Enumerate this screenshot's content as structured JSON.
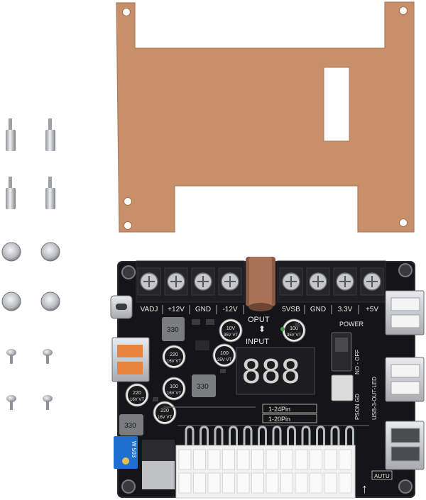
{
  "board": {
    "top_terminals": [
      "VADJ",
      "+12V",
      "GND",
      "-12V",
      "5VSB",
      "GND",
      "3.3V",
      "+5V"
    ],
    "output_label": "OPUT",
    "input_label": "INPUT",
    "display_digits": "888",
    "power_label": "POWER",
    "switch_side_label": "NO - OFF",
    "pson_label": "PSON GD",
    "usb_led_label": "USB-3-OUT-LED",
    "pin_24_label": "1-24Pin",
    "pin_20_label": "1-20Pin",
    "pot_label": "W 503",
    "inductor_codes": [
      "330",
      "330",
      "330"
    ],
    "capacitor_labels": [
      {
        "value": "10V",
        "rating": "35V VT"
      },
      {
        "value": "100",
        "rating": "35V VT"
      },
      {
        "value": "100",
        "rating": "35V VT"
      },
      {
        "value": "220",
        "rating": "16V VT"
      },
      {
        "value": "100",
        "rating": "16V VT"
      },
      {
        "value": "220",
        "rating": "16V VT"
      },
      {
        "value": "220",
        "rating": "16V VT"
      }
    ],
    "brand_mark": "AUTU"
  },
  "colors": {
    "pcb": "#151517",
    "acrylic": "#c8906a",
    "metal": "#c9ccd0",
    "connector": "#f1f1f1",
    "pot_blue": "#1f6fd1"
  }
}
